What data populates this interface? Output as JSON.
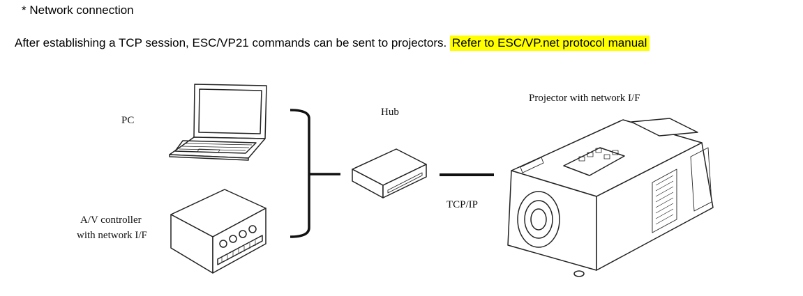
{
  "section": {
    "heading": "* Network connection",
    "intro": "After establishing a TCP session, ESC/VP21 commands can be sent to projectors.",
    "highlight": "Refer to ESC/VP.net protocol manual",
    "highlight_color": "#ffff00"
  },
  "diagram": {
    "pc_label": "PC",
    "controller_label_1": "A/V controller",
    "controller_label_2": "with network I/F",
    "hub_label": "Hub",
    "link_label": "TCP/IP",
    "projector_label": "Projector with network I/F",
    "icons": [
      "laptop-icon",
      "av-controller-icon",
      "hub-icon",
      "projector-icon"
    ]
  }
}
